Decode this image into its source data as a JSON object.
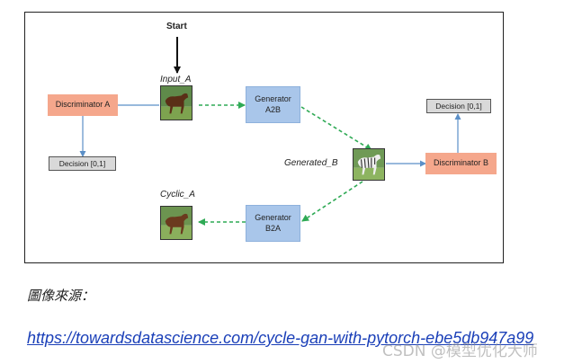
{
  "diagram": {
    "start_label": "Start",
    "input_a_label": "Input_A",
    "generated_b_label": "Generated_B",
    "cyclic_a_label": "Cyclic_A",
    "discriminator_a": "Discriminator A",
    "discriminator_b": "Discriminator B",
    "decision_a": "Decision [0,1]",
    "decision_b": "Decision [0,1]",
    "generator_a2b": {
      "line1": "Generator",
      "line2": "A2B"
    },
    "generator_b2a": {
      "line1": "Generator",
      "line2": "B2A"
    },
    "colors": {
      "discriminator": "#f5a78c",
      "generator": "#a9c6ea",
      "decision": "#d9d9d9",
      "solid_arrow": "#5b8fc7",
      "dashed_arrow": "#2faa55"
    },
    "icons": [
      "horse-image",
      "zebra-image"
    ]
  },
  "caption": "圖像來源：",
  "source_link": "https://towardsdatascience.com/cycle-gan-with-pytorch-ebe5db947a99",
  "watermark": "CSDN @模型优化大师"
}
